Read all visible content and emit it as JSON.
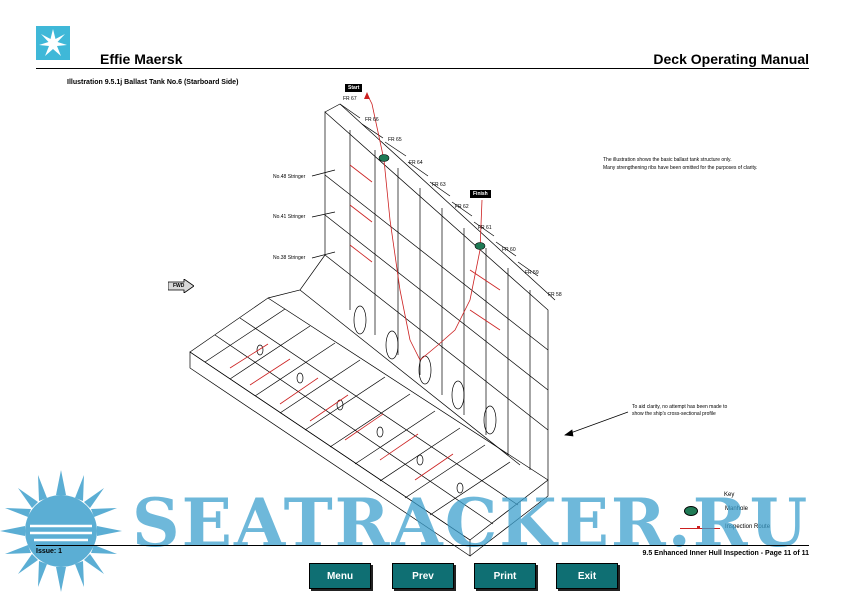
{
  "header": {
    "left_title": "Effie Maersk",
    "right_title": "Deck Operating Manual",
    "logo_icon": "maersk-star-icon",
    "logo_color": "#3fb8d8"
  },
  "illustration": {
    "title": "Illustration 9.5.1j Ballast Tank No.6 (Starboard Side)",
    "note_top_line1": "The illustration shows the basic ballast tank structure only.",
    "note_top_line2": "Many strengthening ribs have been omitted for the purposes of clarity.",
    "note_bottom_line1": "To aid clarity, no attempt has been made to",
    "note_bottom_line2": "show the ship's cross-sectional profile",
    "start_label": "Start",
    "finish_label": "Finish",
    "forward_label": "FWD",
    "frames": [
      "FR 67",
      "FR 66",
      "FR 65",
      "FR 64",
      "FR 63",
      "FR 62",
      "FR 61",
      "FR 60",
      "FR 59",
      "FR 58"
    ],
    "stringers": [
      "No.48 Stringer",
      "No.41 Stringer",
      "No.38 Stringer"
    ],
    "route_color": "#cc2020",
    "manhole_color": "#1f7a55"
  },
  "key": {
    "title": "Key",
    "manhole": "Manhole",
    "route": "Inspection Route"
  },
  "footer": {
    "issue": "Issue: 1",
    "page_info": "9.5 Enhanced Inner Hull Inspection - Page 11 of 11"
  },
  "nav": {
    "menu": "Menu",
    "prev": "Prev",
    "print": "Print",
    "exit": "Exit",
    "button_color": "#0f6f73"
  },
  "watermark": {
    "text": "SEATRACKER.RU",
    "color": "#3ea0cd"
  }
}
